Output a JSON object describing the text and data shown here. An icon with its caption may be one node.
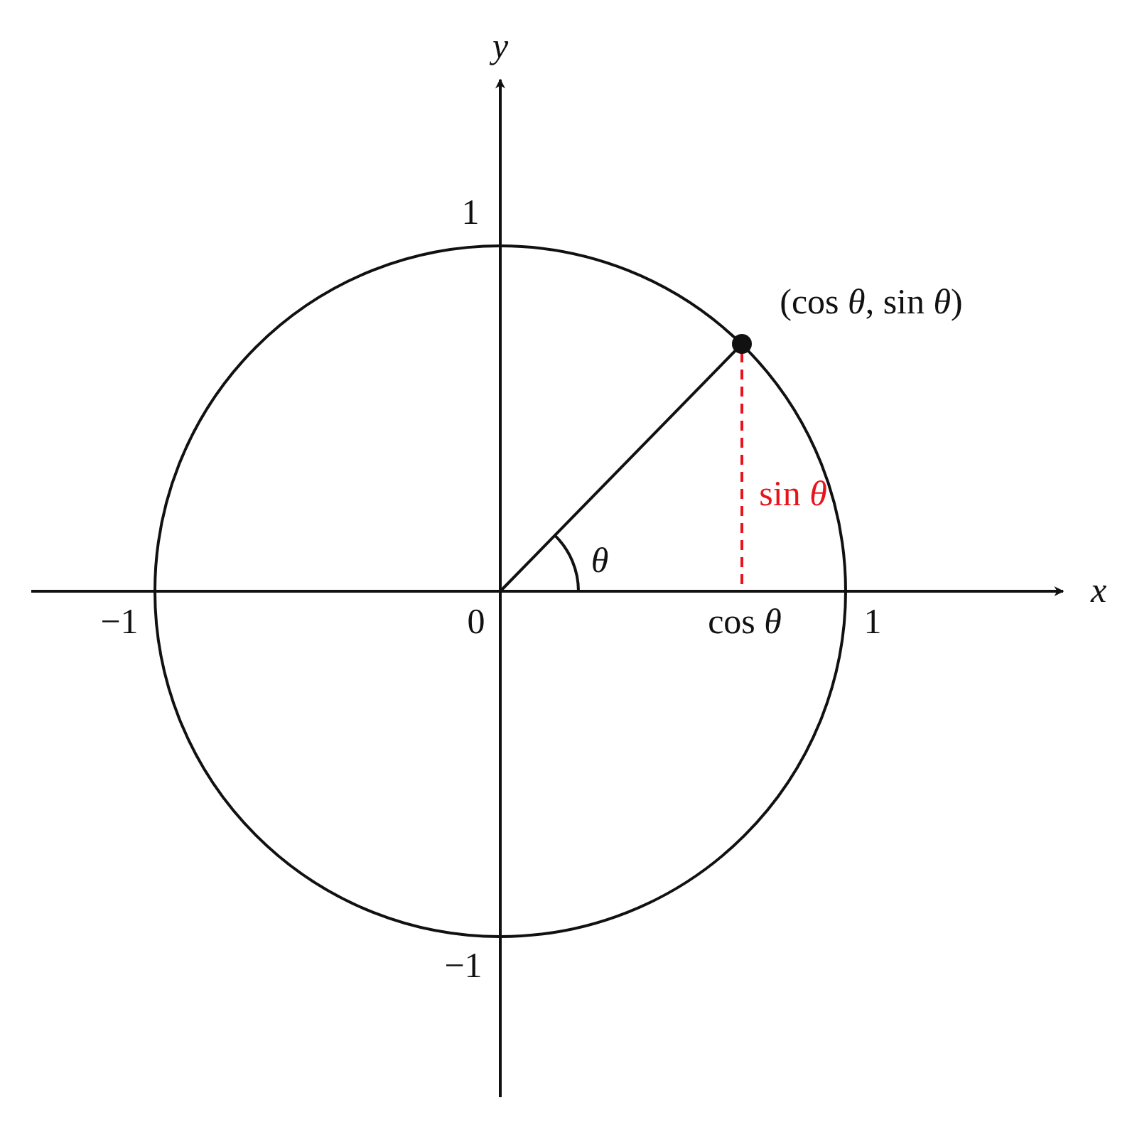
{
  "diagram": {
    "labels": [
      "*y*",
      "1",
      "(cos *θ*, sin *θ*)",
      "sin *θ*",
      "*θ*",
      "*x*",
      "−1",
      "0",
      "cos *θ*",
      "1",
      "−1"
    ]
  }
}
